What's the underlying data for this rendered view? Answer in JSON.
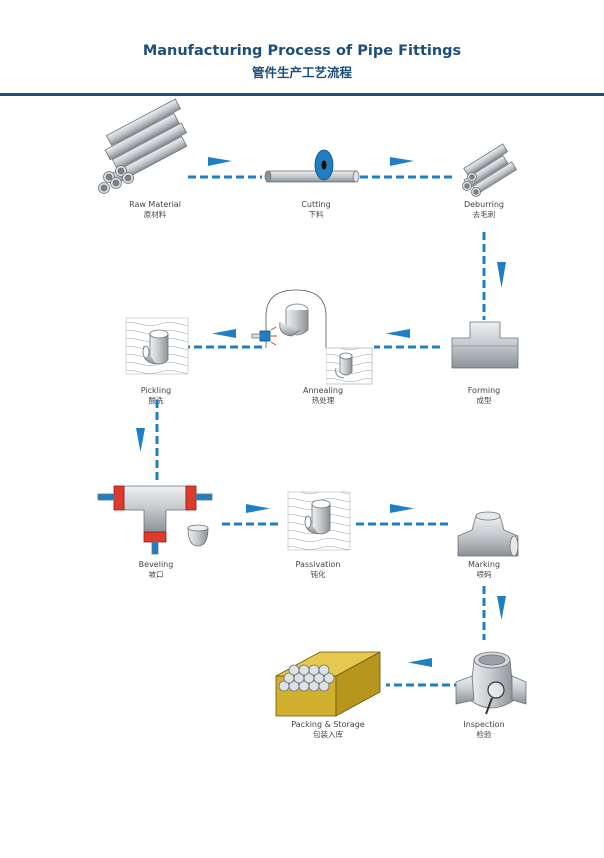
{
  "title": {
    "en": "Manufacturing Process of Pipe Fittings",
    "zh": "管件生产工艺流程"
  },
  "steps": [
    {
      "id": "raw-material",
      "en": "Raw Material",
      "zh": "原材料"
    },
    {
      "id": "cutting",
      "en": "Cutting",
      "zh": "下料"
    },
    {
      "id": "deburring",
      "en": "Deburring",
      "zh": "去毛刺"
    },
    {
      "id": "forming",
      "en": "Forming",
      "zh": "成型"
    },
    {
      "id": "annealing",
      "en": "Annealing",
      "zh": "热处理"
    },
    {
      "id": "pickling",
      "en": "Pickling",
      "zh": "酸洗"
    },
    {
      "id": "beveling",
      "en": "Beveling",
      "zh": "坡口"
    },
    {
      "id": "passivation",
      "en": "Passivation",
      "zh": "钝化"
    },
    {
      "id": "marking",
      "en": "Marking",
      "zh": "喷码"
    },
    {
      "id": "inspection",
      "en": "Inspection",
      "zh": "检验"
    },
    {
      "id": "packing-storage",
      "en": "Packing & Storage",
      "zh": "包装入库"
    }
  ],
  "colors": {
    "accent": "#1e4f7a",
    "arrow": "#1f7fc4",
    "pipe": "#c9ccd0",
    "red": "#e03a2e",
    "crate": "#d2b02f"
  }
}
